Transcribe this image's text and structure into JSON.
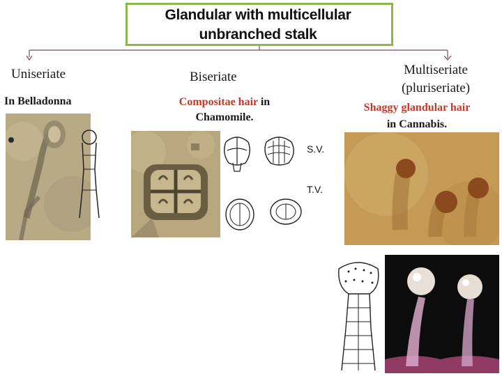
{
  "title": {
    "line1": "Glandular with multicellular",
    "line2": "unbranched stalk"
  },
  "columns": {
    "uniseriate": {
      "heading": "Uniseriate",
      "example": "In Belladonna"
    },
    "biseriate": {
      "heading": "Biseriate",
      "example_highlight": "Compositae hair",
      "example_rest1": " in",
      "example_line2": "Chamomile."
    },
    "multiseriate": {
      "heading_line1": "Multiseriate",
      "heading_line2": "(pluriseriate)",
      "example_line1": "Shaggy glandular hair",
      "example_line2": "in Cannabis."
    }
  },
  "views": {
    "side": "S.V.",
    "top": "T.V."
  },
  "colors": {
    "title_border": "#8cb84a",
    "highlight_text": "#c0392b",
    "connector": "#7b4b5a"
  }
}
